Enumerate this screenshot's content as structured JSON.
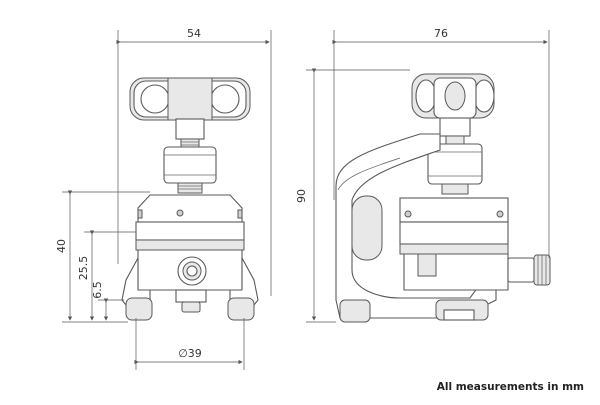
{
  "dimensions": {
    "front_width": "54",
    "side_width": "76",
    "overall_height": "90",
    "base_height": "40",
    "mid_height": "25.5",
    "low_height": "6.5",
    "base_diameter": "∅39"
  },
  "footer_note": "All measurements in mm"
}
